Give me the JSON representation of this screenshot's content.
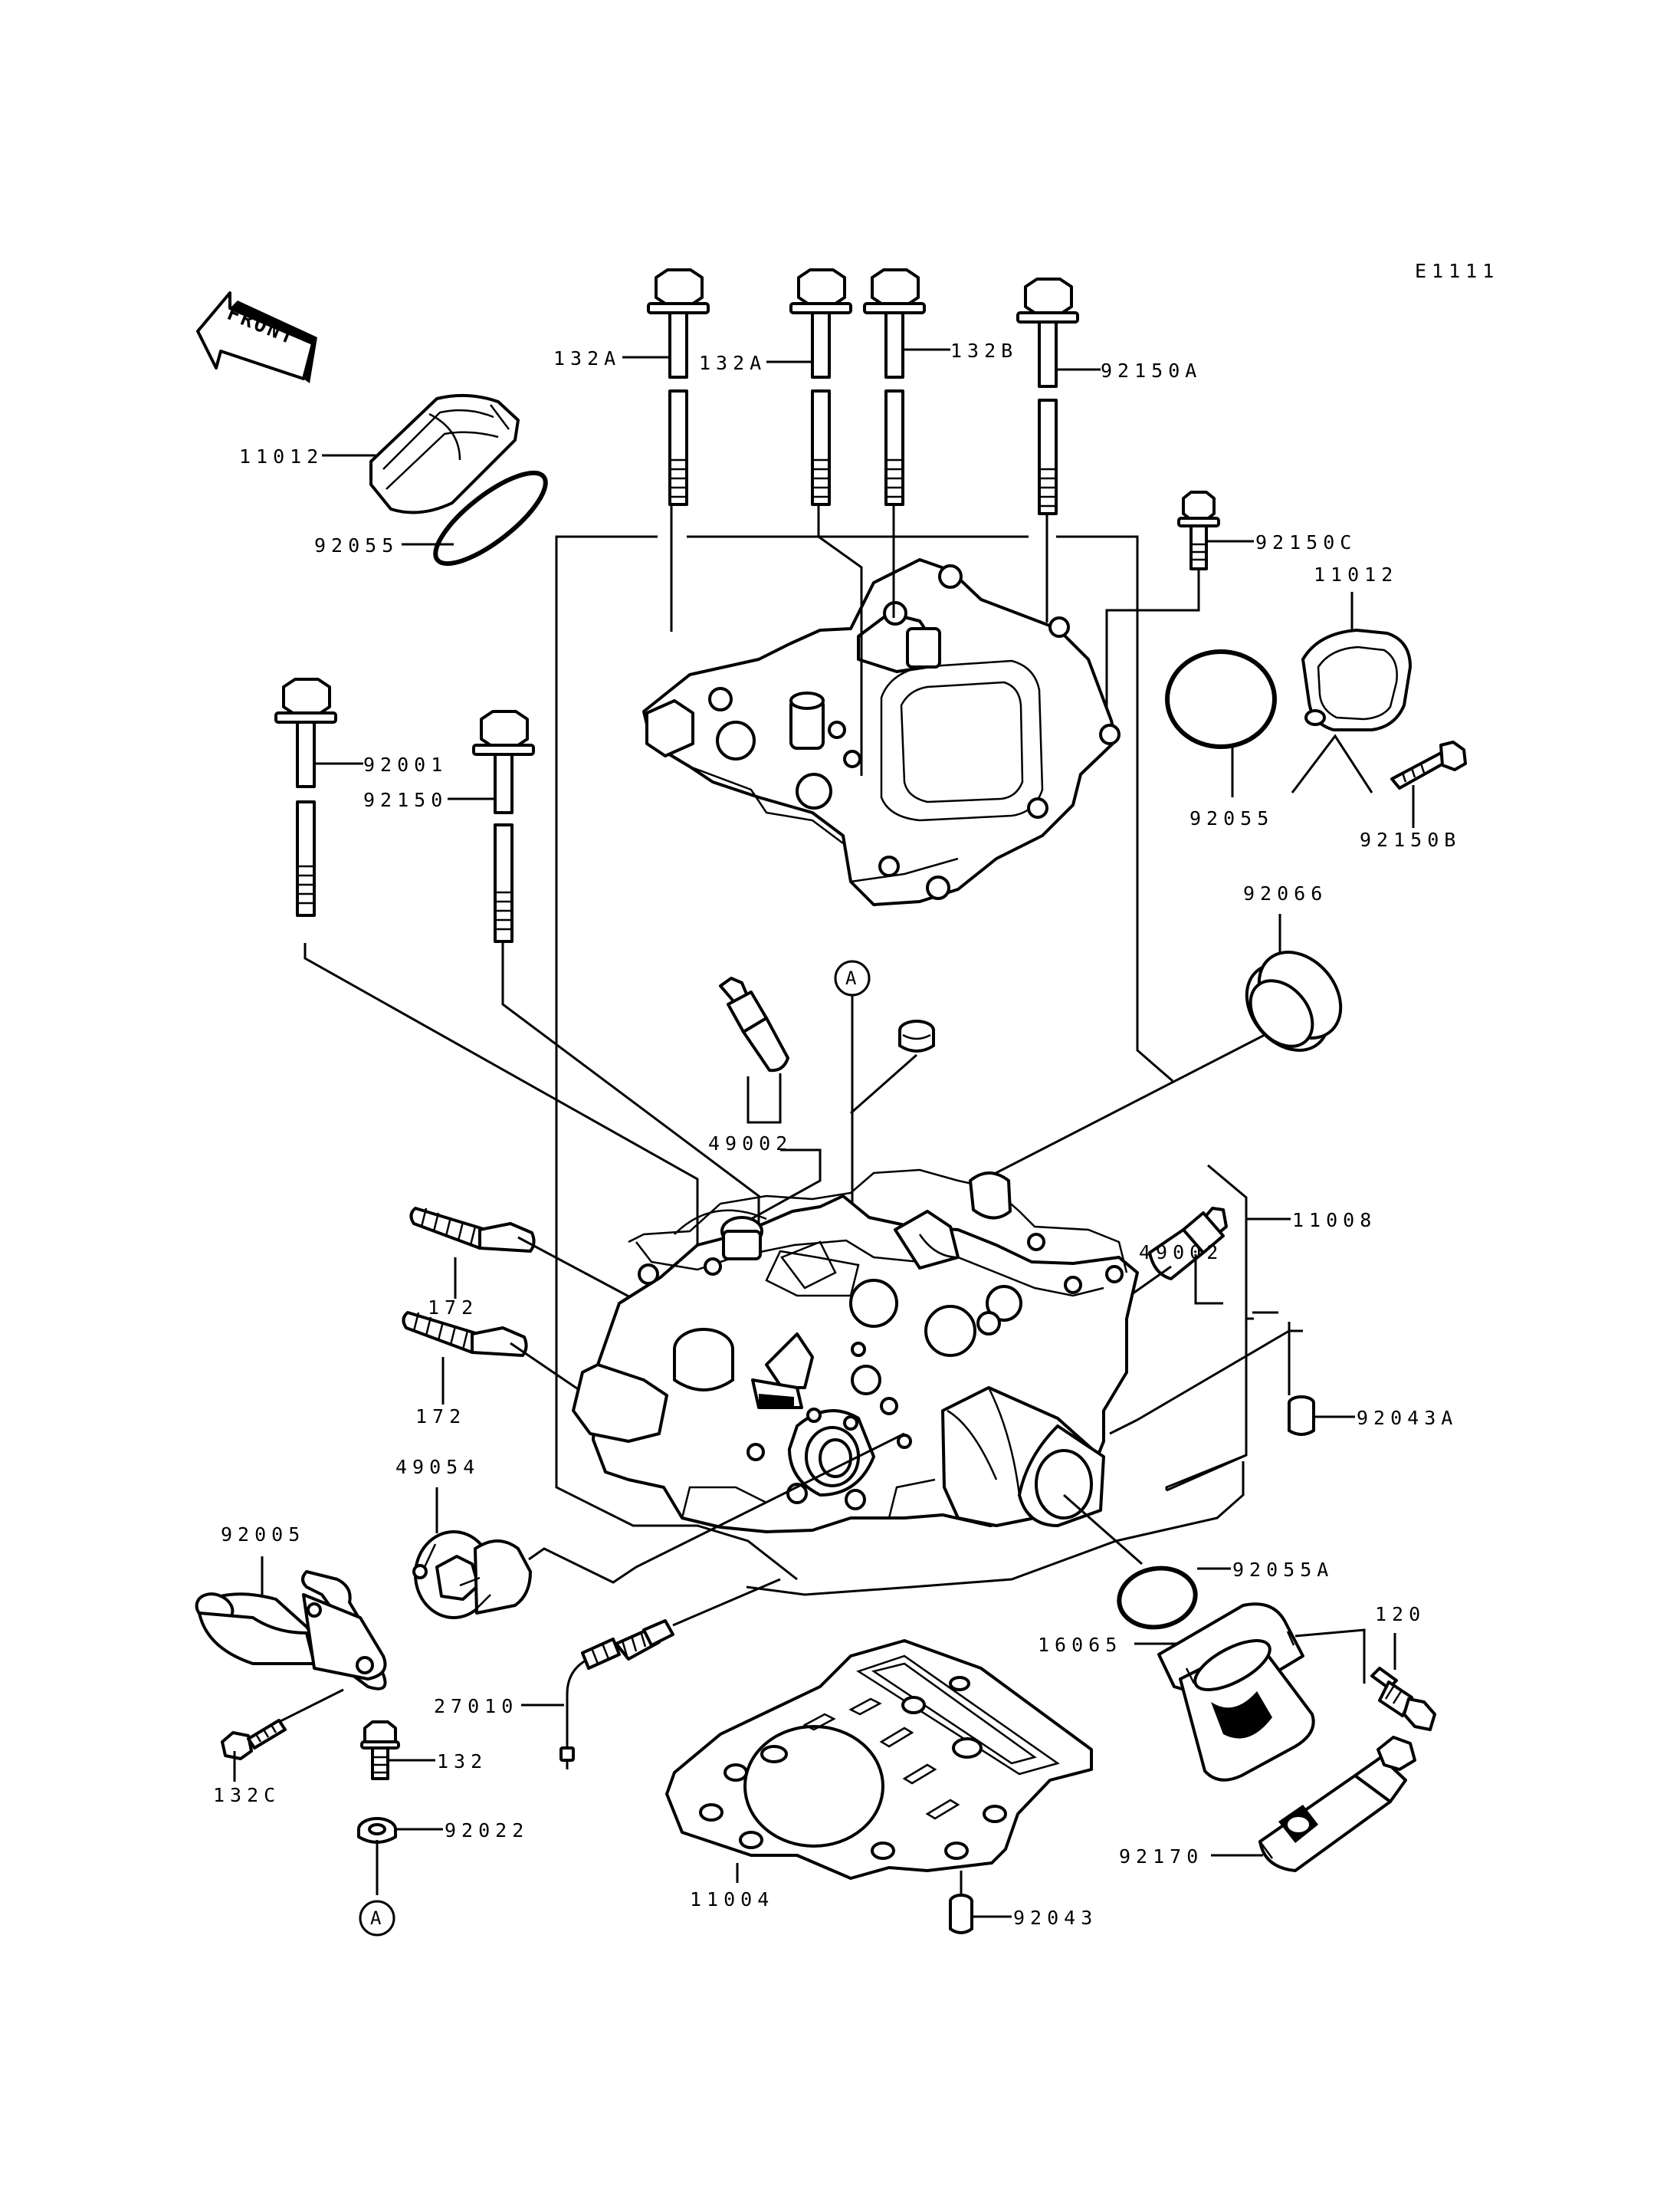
{
  "diagram_code": "E1111",
  "front_label": "FRONT",
  "circle_ref": "A",
  "labels": {
    "bolt_132a_1": "132A",
    "bolt_132a_2": "132A",
    "bolt_132b": "132B",
    "bolt_92150a": "92150A",
    "cap_11012_left": "11012",
    "oring_92055_left": "92055",
    "bolt_92150c": "92150C",
    "cap_11012_right": "11012",
    "oring_92055_right": "92055",
    "bolt_92150b": "92150B",
    "bolt_92001": "92001",
    "bolt_92150": "92150",
    "seal_92066": "92066",
    "plug_49002_upper": "49002",
    "plug_49002_right": "49002",
    "head_11008": "11008",
    "stud_172_upper": "172",
    "stud_172_lower": "172",
    "dowel_92043a": "92043A",
    "thermostat_49054": "49054",
    "oring_92055a": "92055A",
    "pipe_92005": "92005",
    "holder_16065": "16065",
    "bolt_120": "120",
    "sensor_27010": "27010",
    "bolt_132c": "132C",
    "bolt_132": "132",
    "washer_92022": "92022",
    "gasket_11004": "11004",
    "clamp_92170": "92170",
    "dowel_92043": "92043"
  }
}
